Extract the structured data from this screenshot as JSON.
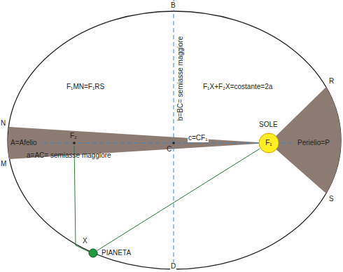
{
  "diagram": {
    "nodes": [
      {
        "text": [
          "SOLE",
          "F₁"
        ]
      },
      {
        "text": [
          "X",
          "PIANETA"
        ]
      }
    ],
    "edges": [
      {
        "from": 1,
        "to": 0,
        "arrow": "none"
      }
    ],
    "labels": [
      "B",
      "D",
      "N",
      "M",
      "R",
      "S",
      "A=Afelio",
      "Perielio=P",
      "F₂",
      "C",
      "c=CF₁",
      "a=AC= semiasse maggiore",
      "b=BC= semiasse maggiore",
      "F₁MN=F₁RS",
      "F₁X+F₂X=costante=2a"
    ]
  }
}
